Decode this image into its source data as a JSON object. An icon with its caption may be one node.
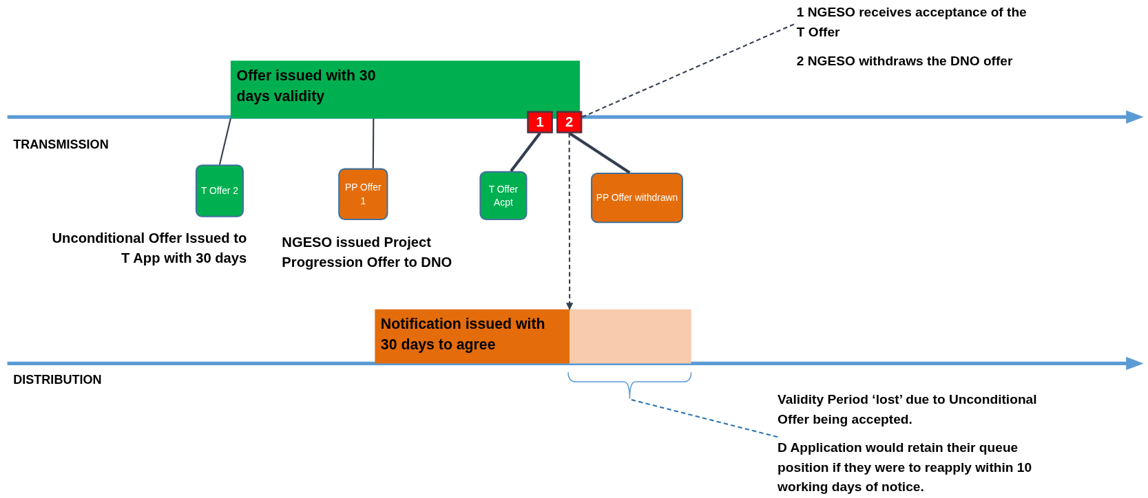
{
  "diagram": {
    "nodes": [
      {
        "text": [
          "Offer issued with 30 days validity"
        ]
      },
      {
        "text": [
          "1"
        ]
      },
      {
        "text": [
          "2"
        ]
      },
      {
        "text": [
          "T Offer 2"
        ],
        "beside": [
          "Unconditional Offer Issued to T App with 30 days"
        ]
      },
      {
        "text": [
          "PP Offer 1"
        ],
        "beside": [
          "NGESO issued Project Progression Offer to DNO"
        ]
      },
      {
        "text": [
          "T Offer Acpt"
        ]
      },
      {
        "text": [
          "PP Offer withdrawn"
        ]
      },
      {
        "text": [
          "Notification issued with 30 days to agree"
        ]
      },
      {
        "text": [],
        "shape": "box"
      },
      {
        "text": [],
        "shape": "bracket"
      },
      {
        "text": [
          "1 NGESO receives acceptance of the T Offer",
          "2 NGESO withdraws the DNO offer"
        ]
      },
      {
        "text": [
          "Validity Period ‘lost’ due to Unconditional Offer being accepted.",
          "D Application would retain their queue position if they were to reapply within 10 working days of notice."
        ]
      }
    ],
    "edges": [
      {
        "from": 0,
        "to": 3,
        "arrow": "none"
      },
      {
        "from": 0,
        "to": 4,
        "arrow": "none"
      },
      {
        "from": 1,
        "to": 5,
        "arrow": "none"
      },
      {
        "from": 2,
        "to": 6,
        "arrow": "none"
      },
      {
        "from": 2,
        "to": 7,
        "arrow": "to",
        "style": "dashed"
      },
      {
        "from": 2,
        "to": 10,
        "arrow": "none",
        "style": "dashed"
      },
      {
        "from": 11,
        "to": 9,
        "arrow": "none",
        "style": "dashed",
        "color": "#2e75b6"
      }
    ],
    "labels": [
      "TRANSMISSION",
      "DISTRIBUTION"
    ]
  }
}
